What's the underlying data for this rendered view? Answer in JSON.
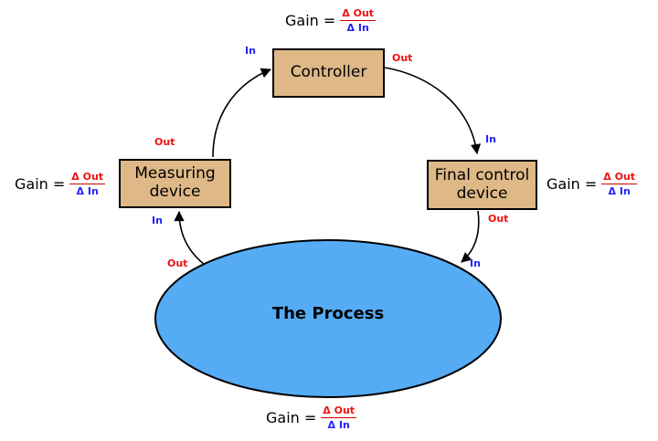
{
  "formula": {
    "prefix": "Gain =",
    "numerator": "Δ Out",
    "denominator": "Δ In"
  },
  "labels": {
    "in": "In",
    "out": "Out"
  },
  "nodes": {
    "controller": {
      "label": "Controller"
    },
    "measuring_device": {
      "line1": "Measuring",
      "line2": "device"
    },
    "final_control_device": {
      "line1": "Final control",
      "line2": "device"
    },
    "process": {
      "label": "The Process"
    }
  },
  "colors": {
    "box_fill": "#DEB887",
    "process_fill": "#55ACF5",
    "in_color": "#2222FF",
    "out_color": "#F01010",
    "bar_color": "#D00000",
    "arrow_color": "#000000"
  }
}
